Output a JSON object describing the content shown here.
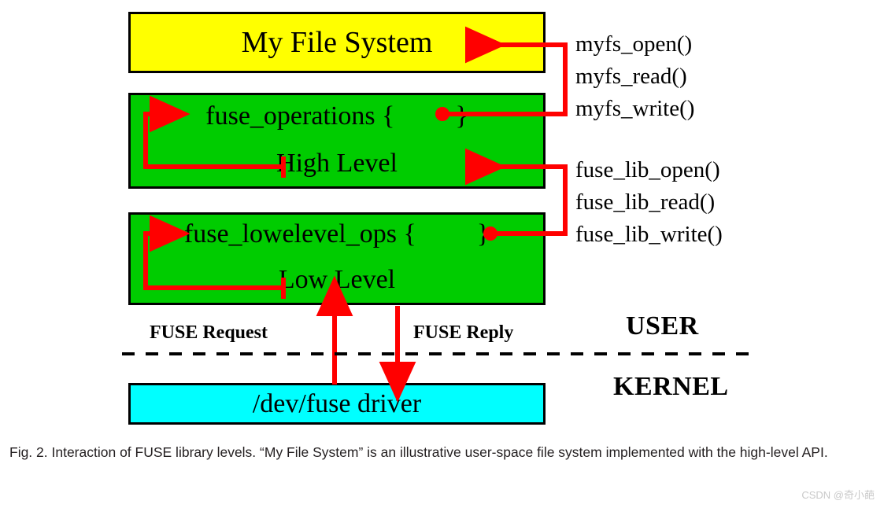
{
  "figure": {
    "boxes": {
      "myfs": {
        "label": "My File System",
        "color": "#ffff00"
      },
      "high": {
        "struct_name": "fuse_operations",
        "open_brace": "{",
        "close_brace": "}",
        "level_label": "High Level",
        "color": "#00cc00"
      },
      "low": {
        "struct_name": "fuse_lowelevel_ops",
        "open_brace": "{",
        "close_brace": "}",
        "level_label": "Low Level",
        "color": "#00cc00"
      },
      "dev": {
        "label": "/dev/fuse driver",
        "color": "#00ffff"
      }
    },
    "calls": {
      "myfs": [
        "myfs_open()",
        "myfs_read()",
        "myfs_write()"
      ],
      "fuse_lib": [
        "fuse_lib_open()",
        "fuse_lib_read()",
        "fuse_lib_write()"
      ]
    },
    "flow": {
      "request": "FUSE Request",
      "reply": "FUSE Reply"
    },
    "spaces": {
      "user": "USER",
      "kernel": "KERNEL"
    },
    "accent_color": "#ff0000",
    "caption": "Fig. 2.  Interaction of FUSE library levels. “My File System” is an illustrative user-space file system implemented with the high-level API.",
    "watermark": "CSDN @奇小葩"
  }
}
